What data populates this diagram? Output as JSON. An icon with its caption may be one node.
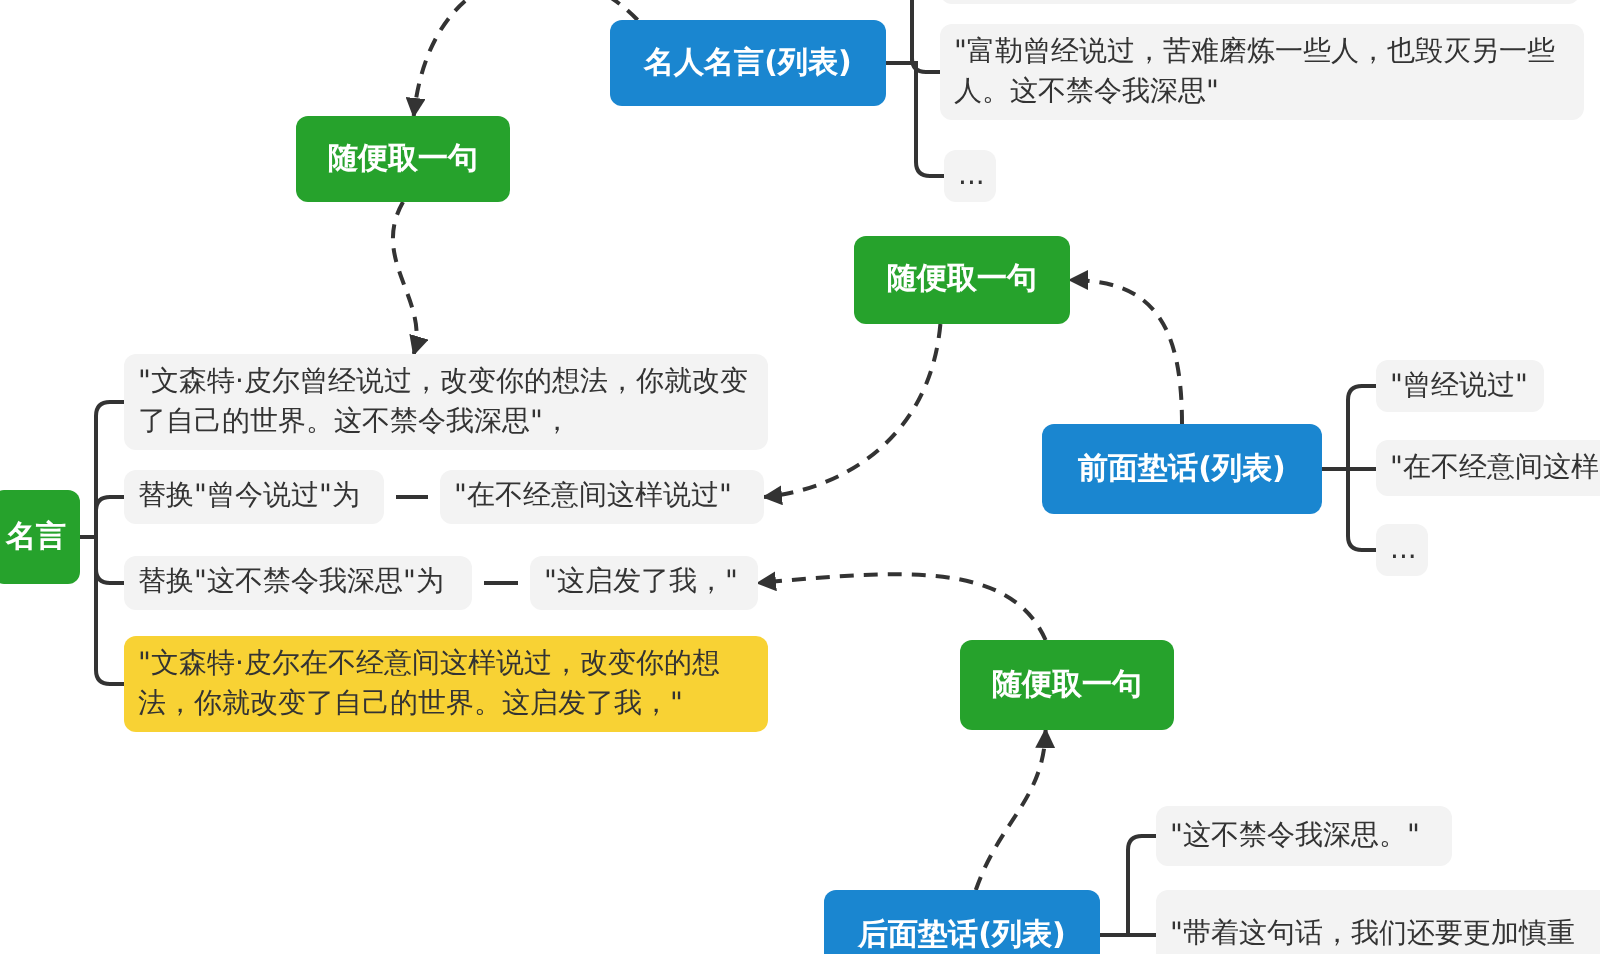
{
  "diagram": {
    "nodes": [
      {
        "text": [
          "名人名言(列表)"
        ]
      },
      {
        "text": [],
        "shape": "box"
      },
      {
        "text": [
          "\"富勒曾经说过，苦难磨炼一些人，也毁灭另一些人。这不禁令我深思\""
        ]
      },
      {
        "text": [
          "..."
        ]
      },
      {
        "text": [
          "随便取一句"
        ]
      },
      {
        "text": [
          "名言"
        ]
      },
      {
        "text": [
          "\"文森特·皮尔曾经说过，改变你的想法，你就改变了自己的世界。这不禁令我深思\"，"
        ]
      },
      {
        "text": [
          "替换\"曾今说过\"为"
        ]
      },
      {
        "text": [
          "\"在不经意间这样说过\""
        ]
      },
      {
        "text": [
          "替换\"这不禁令我深思\"为"
        ]
      },
      {
        "text": [
          "\"这启发了我，\""
        ]
      },
      {
        "text": [
          "\"文森特·皮尔在不经意间这样说过，改变你的想法，你就改变了自己的世界。这启发了我，\""
        ]
      },
      {
        "text": [
          "随便取一句"
        ]
      },
      {
        "text": [
          "前面垫话(列表)"
        ]
      },
      {
        "text": [
          "\"曾经说过\""
        ]
      },
      {
        "text": [
          "\"在不经意间这样"
        ]
      },
      {
        "text": [
          "..."
        ]
      },
      {
        "text": [
          "随便取一句"
        ]
      },
      {
        "text": [
          "后面垫话(列表)"
        ]
      },
      {
        "text": [
          "\"这不禁令我深思。\""
        ]
      },
      {
        "text": [
          "\"带着这句话，我们还要更加慎重"
        ]
      }
    ],
    "edges": [
      {
        "from": 0,
        "to": 4,
        "arrow": "to",
        "style": "dashed"
      },
      {
        "from": 4,
        "to": 6,
        "arrow": "to",
        "style": "dashed"
      },
      {
        "from": 5,
        "to": 6,
        "arrow": "none"
      },
      {
        "from": 5,
        "to": 7,
        "arrow": "none"
      },
      {
        "from": 5,
        "to": 9,
        "arrow": "none"
      },
      {
        "from": 5,
        "to": 11,
        "arrow": "none"
      },
      {
        "from": 7,
        "to": 8,
        "arrow": "none"
      },
      {
        "from": 9,
        "to": 10,
        "arrow": "none"
      },
      {
        "from": 0,
        "to": 1,
        "arrow": "none"
      },
      {
        "from": 0,
        "to": 2,
        "arrow": "none"
      },
      {
        "from": 0,
        "to": 3,
        "arrow": "none"
      },
      {
        "from": 13,
        "to": 12,
        "arrow": "to",
        "style": "dashed"
      },
      {
        "from": 12,
        "to": 8,
        "arrow": "to",
        "style": "dashed"
      },
      {
        "from": 13,
        "to": 14,
        "arrow": "none"
      },
      {
        "from": 13,
        "to": 15,
        "arrow": "none"
      },
      {
        "from": 13,
        "to": 16,
        "arrow": "none"
      },
      {
        "from": 18,
        "to": 17,
        "arrow": "to",
        "style": "dashed"
      },
      {
        "from": 17,
        "to": 10,
        "arrow": "to",
        "style": "dashed"
      },
      {
        "from": 18,
        "to": 19,
        "arrow": "none"
      },
      {
        "from": 18,
        "to": 20,
        "arrow": "none"
      }
    ]
  }
}
